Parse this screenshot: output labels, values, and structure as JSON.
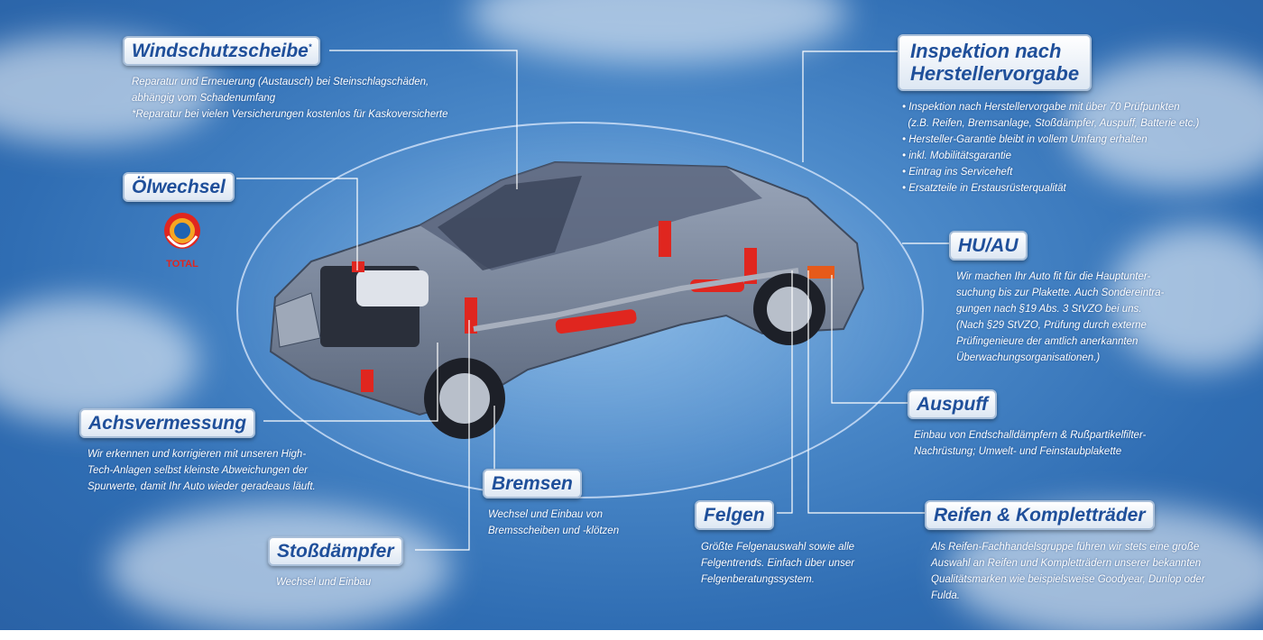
{
  "labels": {
    "windschutzscheibe": {
      "title": "Windschutzscheibe",
      "sup": "*",
      "lines": [
        "Reparatur und Erneuerung (Austausch) bei Steinschlagschäden,",
        "abhängig vom Schadenumfang",
        "*Reparatur bei vielen Versicherungen kostenlos für Kaskoversicherte"
      ]
    },
    "oelwechsel": {
      "title": "Ölwechsel",
      "logo_text": "TOTAL"
    },
    "achsvermessung": {
      "title": "Achsvermessung",
      "lines": [
        "Wir erkennen und korrigieren mit unseren High-",
        "Tech-Anlagen selbst kleinste Abweichungen der",
        "Spurwerte, damit Ihr Auto wieder geradeaus läuft."
      ]
    },
    "stossdaempfer": {
      "title": "Stoßdämpfer",
      "lines": [
        "Wechsel und Einbau"
      ]
    },
    "bremsen": {
      "title": "Bremsen",
      "lines": [
        "Wechsel und Einbau von",
        "Bremsscheiben und -klötzen"
      ]
    },
    "felgen": {
      "title": "Felgen",
      "lines": [
        "Größte Felgenauswahl sowie alle",
        "Felgentrends. Einfach über unser",
        "Felgenberatungssystem."
      ]
    },
    "reifen": {
      "title": "Reifen & Kompletträder",
      "lines": [
        "Als Reifen-Fachhandelsgruppe führen wir stets eine große",
        "Auswahl an Reifen und Kompletträdern unserer bekannten",
        "Qualitätsmarken wie beispielsweise Goodyear, Dunlop oder",
        "Fulda."
      ]
    },
    "auspuff": {
      "title": "Auspuff",
      "lines": [
        "Einbau von Endschalldämpfern & Rußpartikelfilter-",
        "Nachrüstung; Umwelt- und Feinstaubplakette"
      ]
    },
    "huau": {
      "title": "HU/AU",
      "lines": [
        "Wir machen Ihr Auto fit für die Hauptunter-",
        "suchung bis zur Plakette. Auch Sondereintra-",
        "gungen nach §19 Abs. 3 StVZO bei uns.",
        "(Nach §29 StVZO, Prüfung durch externe",
        "Prüfingenieure der amtlich anerkannten",
        "Überwachungsorganisationen.)"
      ]
    },
    "inspektion": {
      "title_line1": "Inspektion nach",
      "title_line2": "Herstellervorgabe",
      "lines": [
        "• Inspektion nach Herstellervorgabe mit über 70 Prüfpunkten",
        "  (z.B. Reifen, Bremsanlage, Stoßdämpfer, Auspuff, Batterie etc.)",
        "• Hersteller-Garantie bleibt in vollem Umfang erhalten",
        "• inkl. Mobilitätsgarantie",
        "• Eintrag ins Serviceheft",
        "• Ersatzteile in Erstausrüsterqualität"
      ]
    }
  },
  "colors": {
    "tag_text": "#1f4f9a",
    "accent_red": "#e0261f",
    "car_body": "#7d8aa0"
  }
}
